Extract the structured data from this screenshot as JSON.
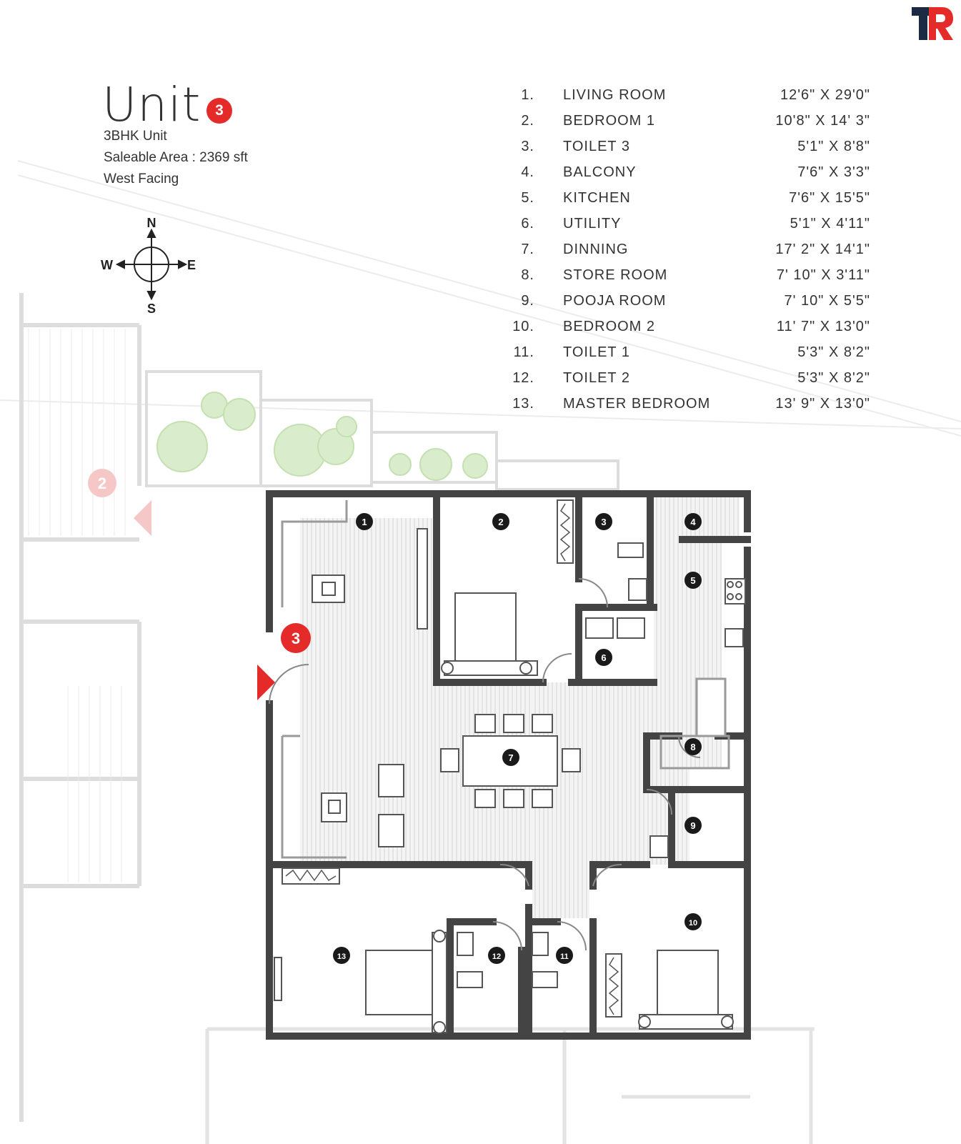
{
  "brand": {
    "logo_text": "TR",
    "colors": {
      "dark": "#1d2a44",
      "red": "#e52a2a"
    }
  },
  "unit": {
    "title": "Unit",
    "number": "3",
    "type": "3BHK Unit",
    "area": "Saleable Area : 2369 sft",
    "facing": "West Facing"
  },
  "compass": {
    "n": "N",
    "s": "S",
    "e": "E",
    "w": "W"
  },
  "rooms": [
    {
      "num": "1.",
      "name": "LIVING ROOM",
      "dim": "12'6\" X 29'0\""
    },
    {
      "num": "2.",
      "name": "BEDROOM 1",
      "dim": "10'8\" X 14' 3\""
    },
    {
      "num": "3.",
      "name": "TOILET 3",
      "dim": "5'1\" X 8'8\""
    },
    {
      "num": "4.",
      "name": "BALCONY",
      "dim": "7'6\" X 3'3\""
    },
    {
      "num": "5.",
      "name": "KITCHEN",
      "dim": "7'6\" X 15'5\""
    },
    {
      "num": "6.",
      "name": "UTILITY",
      "dim": "5'1\" X 4'11\""
    },
    {
      "num": "7.",
      "name": "DINNING",
      "dim": "17' 2\" X 14'1\""
    },
    {
      "num": "8.",
      "name": "STORE ROOM",
      "dim": "7' 10\" X 3'11\""
    },
    {
      "num": "9.",
      "name": "POOJA ROOM",
      "dim": "7' 10\" X 5'5\""
    },
    {
      "num": "10.",
      "name": "BEDROOM 2",
      "dim": "11' 7\" X 13'0\""
    },
    {
      "num": "11.",
      "name": "TOILET 1",
      "dim": "5'3\" X 8'2\""
    },
    {
      "num": "12.",
      "name": "TOILET 2",
      "dim": "5'3\" X 8'2\""
    },
    {
      "num": "13.",
      "name": "MASTER BEDROOM",
      "dim": "13' 9\" X 13'0\""
    }
  ],
  "plan_markers": [
    "1",
    "2",
    "3",
    "4",
    "5",
    "6",
    "7",
    "8",
    "9",
    "10",
    "11",
    "12",
    "13"
  ],
  "entry_marker": "3",
  "neighbor_marker": "2"
}
